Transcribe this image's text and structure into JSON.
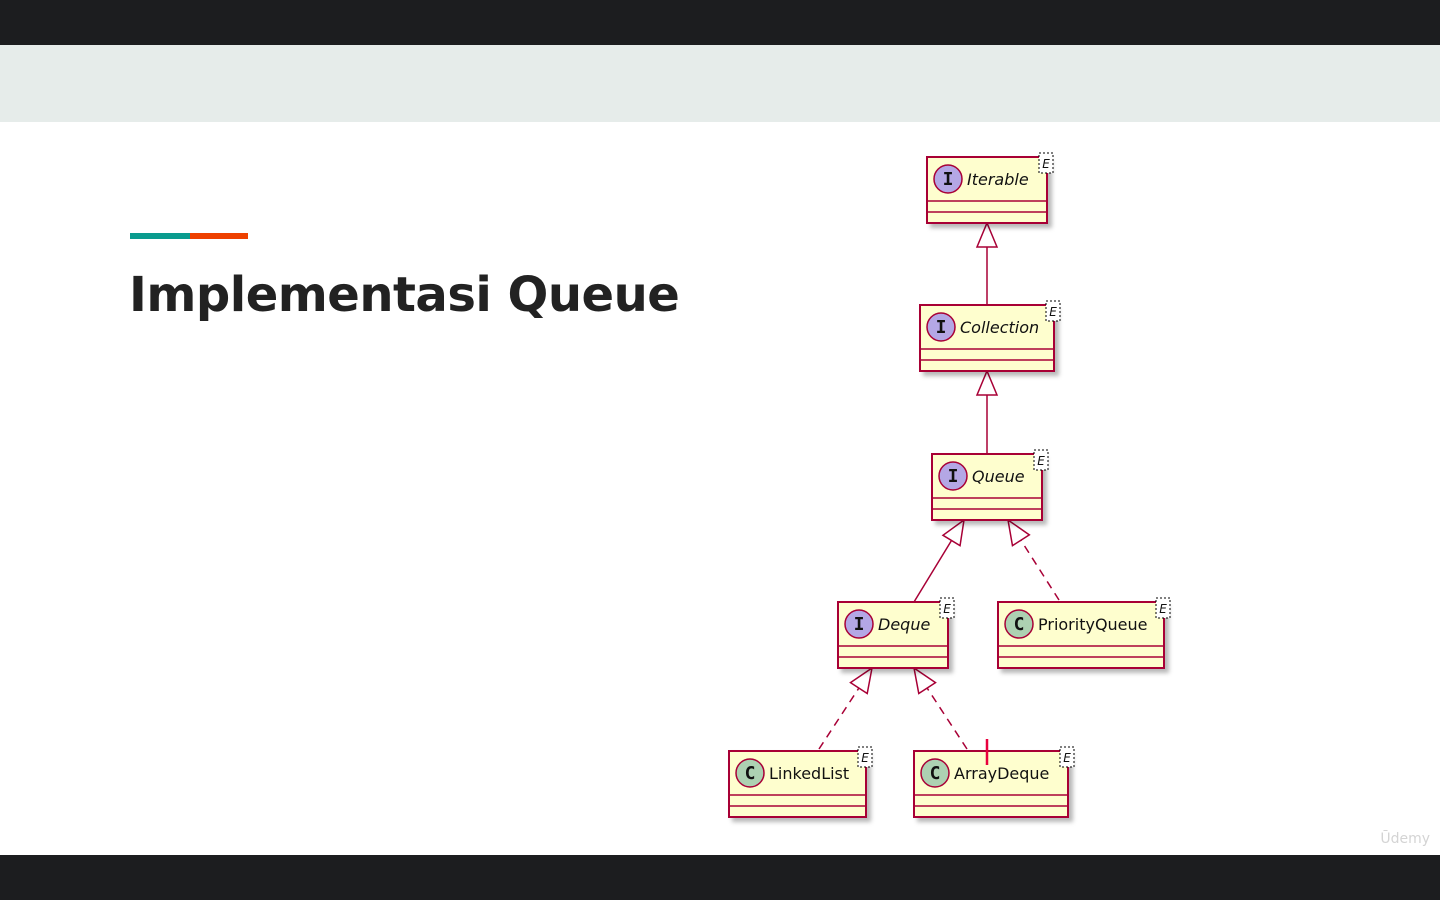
{
  "slide": {
    "title": "Implementasi Queue",
    "accent_colors": [
      "#0a9b8e",
      "#ee4100"
    ],
    "watermark": "Ūdemy"
  },
  "diagram": {
    "box_fill": "#fefece",
    "box_stroke": "#a80036",
    "interface_circle_color": "#b4a7e5",
    "class_circle_color": "#add1b2",
    "type_parameter": "E",
    "nodes": [
      {
        "id": "iterable",
        "name": "Iterable",
        "kind": "interface",
        "stereotype": "I"
      },
      {
        "id": "collection",
        "name": "Collection",
        "kind": "interface",
        "stereotype": "I"
      },
      {
        "id": "queue",
        "name": "Queue",
        "kind": "interface",
        "stereotype": "I"
      },
      {
        "id": "deque",
        "name": "Deque",
        "kind": "interface",
        "stereotype": "I"
      },
      {
        "id": "priorityqueue",
        "name": "PriorityQueue",
        "kind": "class",
        "stereotype": "C"
      },
      {
        "id": "linkedlist",
        "name": "LinkedList",
        "kind": "class",
        "stereotype": "C"
      },
      {
        "id": "arraydeque",
        "name": "ArrayDeque",
        "kind": "class",
        "stereotype": "C"
      }
    ],
    "edges": [
      {
        "from": "collection",
        "to": "iterable",
        "type": "extends"
      },
      {
        "from": "queue",
        "to": "collection",
        "type": "extends"
      },
      {
        "from": "deque",
        "to": "queue",
        "type": "extends"
      },
      {
        "from": "priorityqueue",
        "to": "queue",
        "type": "implements"
      },
      {
        "from": "linkedlist",
        "to": "deque",
        "type": "implements"
      },
      {
        "from": "arraydeque",
        "to": "deque",
        "type": "implements"
      }
    ]
  }
}
